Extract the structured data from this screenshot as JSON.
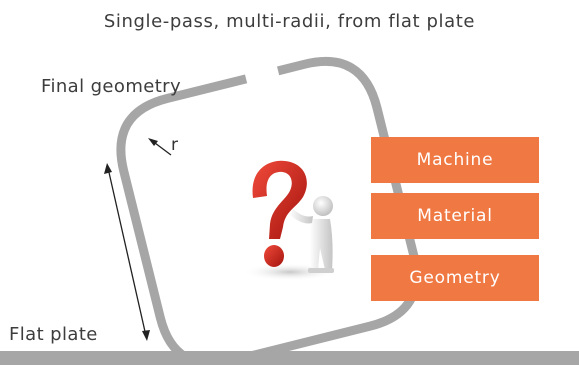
{
  "title": "Single-pass, multi-radii, from flat plate",
  "labels": {
    "final_geometry": "Final geometry",
    "flat_plate": "Flat plate",
    "radius": "r"
  },
  "factors": [
    "Machine",
    "Material",
    "Geometry"
  ],
  "colors": {
    "plate": "#a6a6a6",
    "factor_box": "#f07843",
    "question_mark": "#d8261c",
    "figure": "#e6e6e6",
    "text": "#3d3d3d"
  },
  "icons": {
    "center_image": "question-mark-figure-icon"
  }
}
